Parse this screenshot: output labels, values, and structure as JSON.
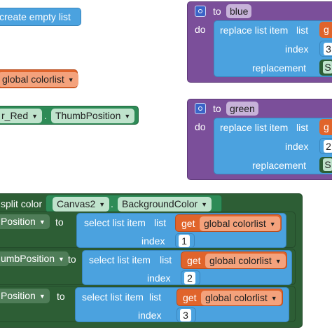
{
  "colors": {
    "list_blue": "#4ba2df",
    "variable_orange": "#e0642b",
    "component_green": "#2e8b57",
    "procedure_purple": "#7b4f9a",
    "color_dark_green": "#2d5e35",
    "white": "#ffffff"
  },
  "create_empty_list": {
    "label": "create empty list"
  },
  "global_colorlist": {
    "label": "global colorlist"
  },
  "thumb": {
    "component": "r_Red",
    "property": "ThumbPosition",
    "dot": "."
  },
  "event_blue": {
    "to_label": "to",
    "arg": "blue",
    "do_label": "do",
    "block_label": "replace list item",
    "list_label": "list",
    "index_label": "index",
    "replacement_label": "replacement",
    "slot_list": "g",
    "slot_index": "3",
    "slot_replacement": "S"
  },
  "event_green": {
    "to_label": "to",
    "arg": "green",
    "do_label": "do",
    "block_label": "replace list item",
    "list_label": "list",
    "index_label": "index",
    "replacement_label": "replacement",
    "slot_list": "g",
    "slot_index": "2",
    "slot_replacement": "S"
  },
  "split": {
    "label": "split color",
    "component": "Canvas2",
    "dot": ".",
    "property": "BackgroundColor"
  },
  "rows": [
    {
      "setter": "Position",
      "to_label": "to",
      "select_label": "select list item",
      "list_label": "list",
      "get_label": "get",
      "var": "global colorlist",
      "index_label": "index",
      "index": "1"
    },
    {
      "setter": "umbPosition",
      "to_label": "to",
      "select_label": "select list item",
      "list_label": "list",
      "get_label": "get",
      "var": "global colorlist",
      "index_label": "index",
      "index": "2"
    },
    {
      "setter": "Position",
      "to_label": "to",
      "select_label": "select list item",
      "list_label": "list",
      "get_label": "get",
      "var": "global colorlist",
      "index_label": "index",
      "index": "3"
    }
  ]
}
